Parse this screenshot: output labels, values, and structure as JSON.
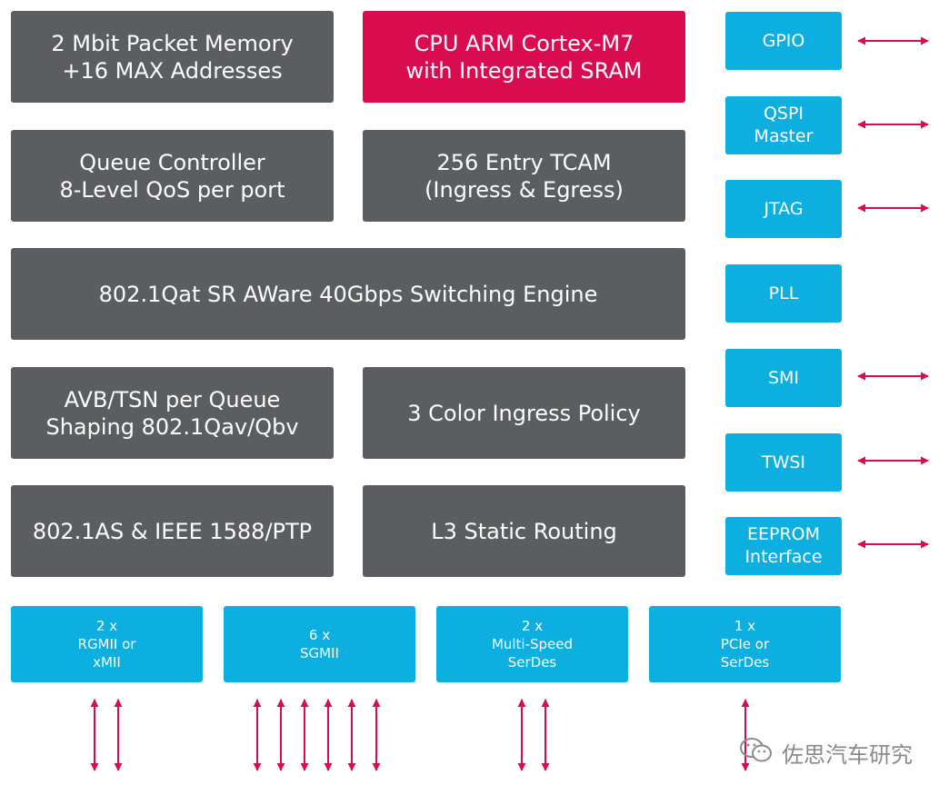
{
  "blocks": {
    "packet_memory": [
      "2 Mbit Packet Memory",
      "+16 MAX Addresses"
    ],
    "cpu": [
      "CPU ARM Cortex-M7",
      "with Integrated SRAM"
    ],
    "queue_controller": [
      "Queue Controller",
      "8-Level QoS per port"
    ],
    "tcam": [
      "256 Entry TCAM",
      "(Ingress & Egress)"
    ],
    "switching_engine": [
      "802.1Qat SR AWare 40Gbps Switching Engine"
    ],
    "avb_tsn": [
      "AVB/TSN per Queue",
      "Shaping 802.1Qav/Qbv"
    ],
    "ingress_policy": [
      "3 Color Ingress Policy"
    ],
    "ptp": [
      "802.1AS & IEEE 1588/PTP"
    ],
    "l3_routing": [
      "L3 Static Routing"
    ]
  },
  "peripherals": [
    {
      "lines": [
        "GPIO"
      ]
    },
    {
      "lines": [
        "QSPI",
        "Master"
      ]
    },
    {
      "lines": [
        "JTAG"
      ]
    },
    {
      "lines": [
        "PLL"
      ]
    },
    {
      "lines": [
        "SMI"
      ]
    },
    {
      "lines": [
        "TWSI"
      ]
    },
    {
      "lines": [
        "EEPROM",
        "Interface"
      ]
    }
  ],
  "interfaces": [
    {
      "lines": [
        "2 x",
        "RGMII or",
        "xMII"
      ]
    },
    {
      "lines": [
        "6 x",
        "SGMII"
      ]
    },
    {
      "lines": [
        "2 x",
        "Multi-Speed",
        "SerDes"
      ]
    },
    {
      "lines": [
        "1 x",
        "PCIe or",
        "SerDes"
      ]
    }
  ],
  "watermark": {
    "icon": "wechat-icon",
    "text": "佐思汽车研究"
  },
  "colors": {
    "gray": "#5b5d60",
    "red": "#d80c4f",
    "blue": "#0dafe0",
    "arrow": "#d80c4f"
  }
}
